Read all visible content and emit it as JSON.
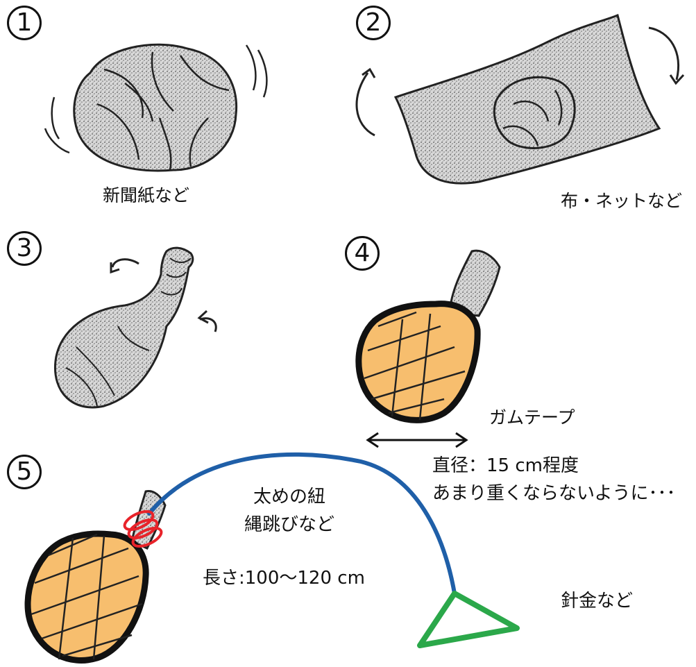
{
  "steps": [
    {
      "number": "1",
      "caption": "新聞紙など"
    },
    {
      "number": "2",
      "caption": "布・ネットなど"
    },
    {
      "number": "3",
      "caption": ""
    },
    {
      "number": "4",
      "caption": "ガムテープ"
    },
    {
      "number": "5",
      "caption": ""
    }
  ],
  "diameter": {
    "line1": "直径：15 cm程度",
    "line2": "あまり重くならないように･･･"
  },
  "cord": {
    "line1": "太めの紐",
    "line2": "縄跳びなど",
    "length": "長さ:100〜120 cm"
  },
  "hook": {
    "label": "針金など"
  },
  "colors": {
    "tape": "#F7BE6E",
    "outline": "#111111",
    "cord": "#1F5FA8",
    "hook": "#2BA84A",
    "band": "#E8232A",
    "paper": "#9a9a9a"
  }
}
